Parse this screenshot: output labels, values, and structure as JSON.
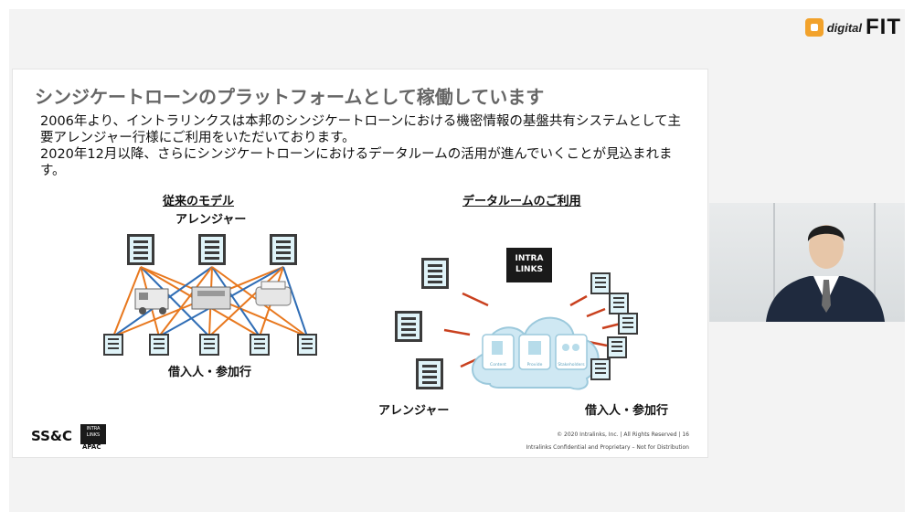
{
  "brand": {
    "small": "digital",
    "big": "FIT"
  },
  "slide": {
    "title": "シンジケートローンのプラットフォームとして稼働しています",
    "body": [
      "2006年より、イントラリンクスは本邦のシンジケートローンにおける機密情報の基盤共有システムとして主要アレンジャー行様にご利用をいただいております。",
      "2020年12月以降、さらにシンジケートローンにおけるデータルームの活用が進んでいくことが見込まれます。"
    ],
    "left_diagram": {
      "heading": "従来のモデル",
      "top_label": "アレンジャー",
      "bottom_label": "借入人・参加行"
    },
    "right_diagram": {
      "heading": "データルームのご利用",
      "intralinks_logo": "INTRA LINKS",
      "left_label": "アレンジャー",
      "right_label": "借入人・参加行",
      "cloud_items": [
        "Content",
        "Provide",
        "Stakeholders"
      ]
    },
    "footer": {
      "ssc_logo": "SS&C",
      "intralinks_small": "INTRA LINKS",
      "apac": "APAC",
      "copyright": "© 2020 Intralinks, Inc. | All Rights Reserved | 16",
      "confidential": "Intralinks Confidential and Proprietary – Not for Distribution"
    }
  },
  "colors": {
    "orange": "#e8781e",
    "blue": "#2f6db5",
    "doc_fill": "#dff3f8",
    "cloud": "#cfe8f3",
    "brand": "#f2a22b"
  }
}
